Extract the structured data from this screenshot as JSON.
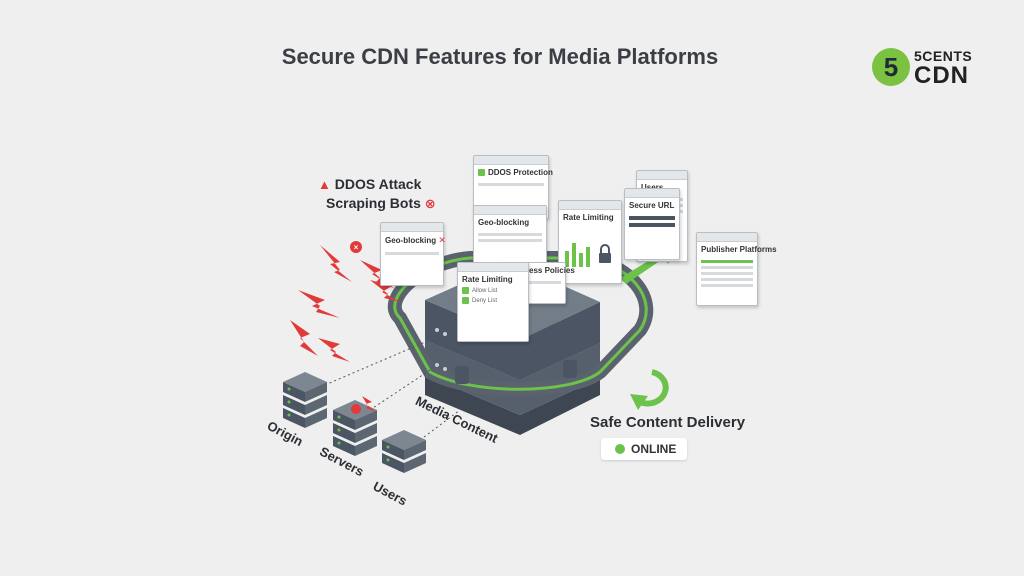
{
  "title": "Secure CDN Features for Media Platforms",
  "logo": {
    "number": "5",
    "top": "5CENTS",
    "bottom": "CDN"
  },
  "threats": {
    "ddos": "DDOS Attack",
    "scraping": "Scraping Bots"
  },
  "labels": {
    "origin": "Origin",
    "servers": "Servers",
    "users": "Users",
    "media_content": "Media Content",
    "safe_delivery": "Safe Content Delivery"
  },
  "status": {
    "text": "ONLINE",
    "color": "#6cc24a"
  },
  "panels": {
    "ddos_protection": "DDOS Protection",
    "geo_blocking_large": "Geo-blocking",
    "rate_limiting_top": "Rate Limiting",
    "ip_access": "IP Access Policies",
    "geo_blocking_small": "Geo-blocking",
    "rate_limiting_small": "Rate Limiting",
    "allow_list": "Allow List",
    "deny_list": "Deny List",
    "users_panel": "Users",
    "secure_url": "Secure URL",
    "publisher_platforms": "Publisher Platforms"
  },
  "colors": {
    "accent_green": "#6cc24a",
    "threat_red": "#e23a3a",
    "server_dark": "#4b5563"
  }
}
